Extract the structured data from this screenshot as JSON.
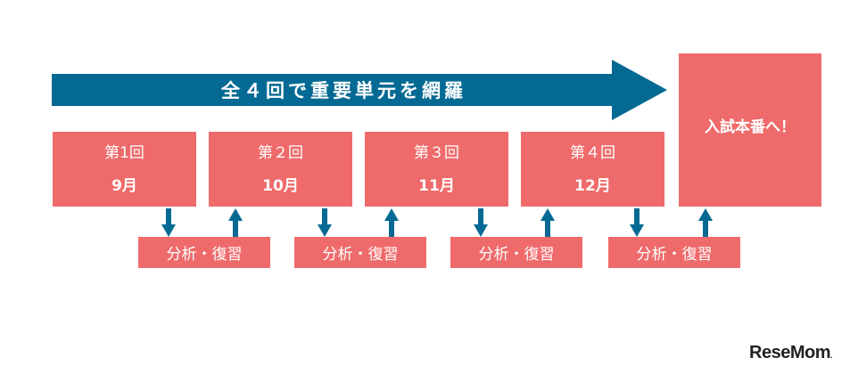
{
  "banner": {
    "text": "全４回で重要単元を網羅"
  },
  "sessions": [
    {
      "label": "第1回",
      "month": "9月"
    },
    {
      "label": "第２回",
      "month": "10月"
    },
    {
      "label": "第３回",
      "month": "11月"
    },
    {
      "label": "第４回",
      "month": "12月"
    }
  ],
  "final_exam": {
    "label": "入試本番へ！"
  },
  "review": {
    "label": "分析・復習"
  },
  "colors": {
    "banner": "#046a93",
    "box": "#ef6b6b",
    "arrow": "#046a93"
  },
  "logo": {
    "text": "ReseMom",
    "suffix": "."
  }
}
